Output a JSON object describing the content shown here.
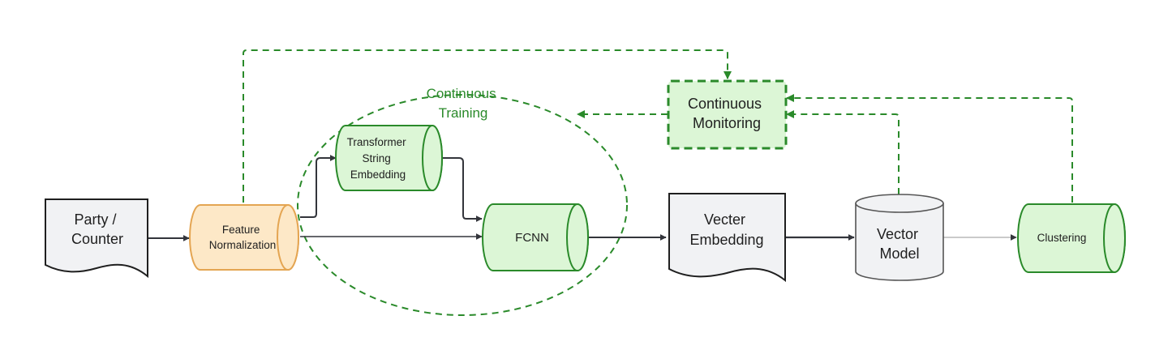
{
  "nodes": {
    "party_counter": {
      "lines": [
        "Party /",
        "Counter"
      ],
      "shape": "document",
      "fill": "#f1f2f4",
      "stroke": "#1f1f1f"
    },
    "feature_normalization": {
      "lines": [
        "Feature",
        "Normalization"
      ],
      "shape": "cylinder-horizontal",
      "fill": "#fde8c7",
      "stroke": "#e4a552"
    },
    "transformer_embedding": {
      "lines": [
        "Transformer",
        "String",
        "Embedding"
      ],
      "shape": "cylinder-horizontal",
      "fill": "#dcf6d6",
      "stroke": "#2a8a2a"
    },
    "fcnn": {
      "lines": [
        "FCNN"
      ],
      "shape": "cylinder-horizontal",
      "fill": "#dcf6d6",
      "stroke": "#2a8a2a"
    },
    "vecter_embedding": {
      "lines": [
        "Vecter",
        "Embedding"
      ],
      "shape": "document",
      "fill": "#f1f2f4",
      "stroke": "#1f1f1f"
    },
    "vector_model": {
      "lines": [
        "Vector",
        "Model"
      ],
      "shape": "cylinder-vertical",
      "fill": "#f1f2f4",
      "stroke": "#555555"
    },
    "clustering": {
      "lines": [
        "Clustering"
      ],
      "shape": "cylinder-horizontal",
      "fill": "#dcf6d6",
      "stroke": "#2a8a2a"
    },
    "continuous_monitoring": {
      "lines": [
        "Continuous",
        "Monitoring"
      ],
      "shape": "dashed-rectangle",
      "fill": "#dcf6d6",
      "stroke": "#2a8a2a"
    }
  },
  "groups": {
    "continuous_training": {
      "lines": [
        "Continuous",
        "Training"
      ],
      "shape": "dashed-ellipse",
      "stroke": "#2a8a2a"
    }
  },
  "edges": [
    {
      "from": "party_counter",
      "to": "feature_normalization",
      "style": "solid"
    },
    {
      "from": "feature_normalization",
      "to": "transformer_embedding",
      "style": "solid"
    },
    {
      "from": "feature_normalization",
      "to": "fcnn",
      "style": "solid"
    },
    {
      "from": "transformer_embedding",
      "to": "fcnn",
      "style": "solid"
    },
    {
      "from": "fcnn",
      "to": "vecter_embedding",
      "style": "solid"
    },
    {
      "from": "vecter_embedding",
      "to": "vector_model",
      "style": "solid"
    },
    {
      "from": "vector_model",
      "to": "clustering",
      "style": "solid-light"
    },
    {
      "from": "feature_normalization",
      "to": "continuous_monitoring",
      "style": "dashed"
    },
    {
      "from": "vector_model",
      "to": "continuous_monitoring",
      "style": "dashed"
    },
    {
      "from": "clustering",
      "to": "continuous_monitoring",
      "style": "dashed"
    },
    {
      "from": "continuous_monitoring",
      "to": "continuous_training",
      "style": "dashed"
    }
  ],
  "colors": {
    "edge": "#33353b",
    "edge_light": "#b8b8b8",
    "dashed": "#2a8a2a"
  }
}
